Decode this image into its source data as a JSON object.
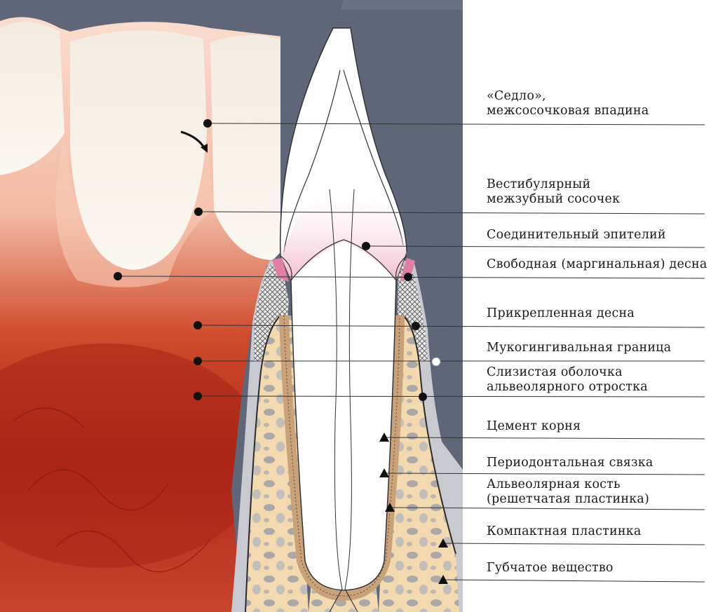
{
  "labels": [
    {
      "id": "saddle",
      "lines": [
        "«Седло»,",
        "межсосочковая впадина"
      ]
    },
    {
      "id": "papilla",
      "lines": [
        "Вестибулярный",
        "межзубный сосочек"
      ]
    },
    {
      "id": "junctional",
      "lines": [
        "Соединительный эпителий"
      ]
    },
    {
      "id": "free-gingiva",
      "lines": [
        "Свободная (маргинальная) десна"
      ]
    },
    {
      "id": "attached-gingiva",
      "lines": [
        "Прикрепленная десна"
      ]
    },
    {
      "id": "mucogingival",
      "lines": [
        "Мукогингивальная граница"
      ]
    },
    {
      "id": "alveolar-mucosa",
      "lines": [
        "Слизистая оболочка",
        "альвеолярного отростка"
      ]
    },
    {
      "id": "cementum",
      "lines": [
        "Цемент корня"
      ]
    },
    {
      "id": "pdl",
      "lines": [
        "Периодонтальная связка"
      ]
    },
    {
      "id": "alveolar-bone",
      "lines": [
        "Альвеолярная кость",
        "(решетчатая пластинка)"
      ]
    },
    {
      "id": "compact-plate",
      "lines": [
        "Компактная пластинка"
      ]
    },
    {
      "id": "spongy",
      "lines": [
        "Губчатое вещество"
      ]
    }
  ],
  "colors": {
    "background_gray": "#5f6677",
    "enamel": "#ffffff",
    "bone": "#f2d9b0",
    "gingiva_pink": "#f3c9d6",
    "gum_red": "#b8281a",
    "leader_line": "#333333"
  }
}
